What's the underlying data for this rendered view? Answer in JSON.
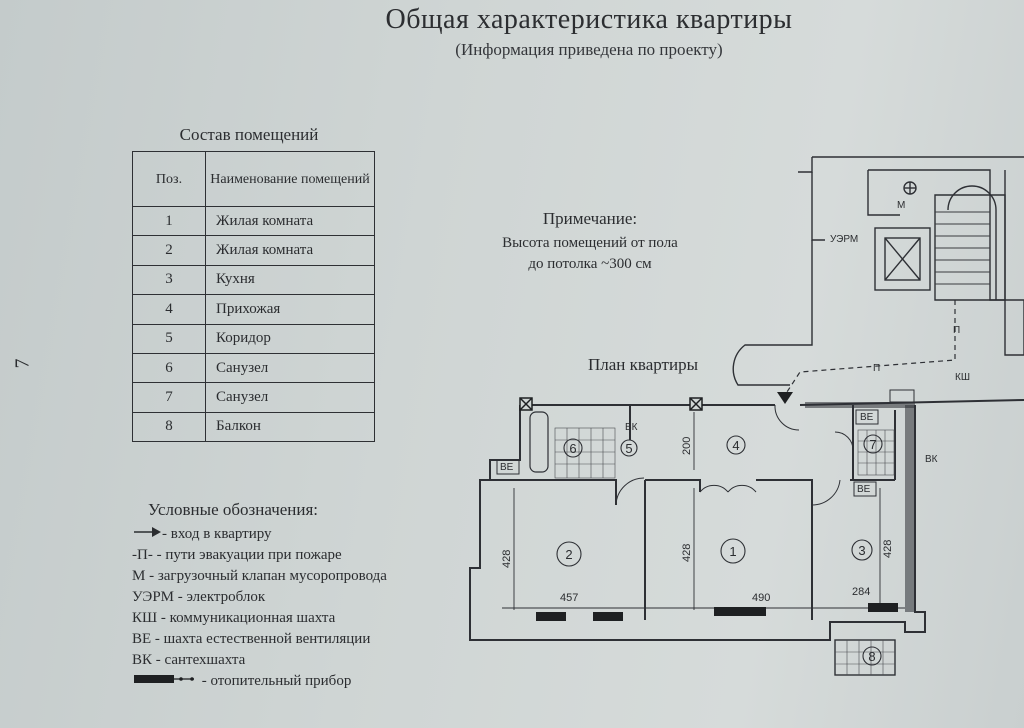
{
  "header": {
    "title": "Общая характеристика квартиры",
    "subtitle": "(Информация приведена по проекту)",
    "page_number": "7"
  },
  "rooms_table": {
    "title": "Состав помещений",
    "headers": [
      "Поз.",
      "Наименование помещений"
    ],
    "rows": [
      {
        "pos": "1",
        "name": "Жилая комната"
      },
      {
        "pos": "2",
        "name": "Жилая комната"
      },
      {
        "pos": "3",
        "name": "Кухня"
      },
      {
        "pos": "4",
        "name": "Прихожая"
      },
      {
        "pos": "5",
        "name": "Коридор"
      },
      {
        "pos": "6",
        "name": "Санузел"
      },
      {
        "pos": "7",
        "name": "Санузел"
      },
      {
        "pos": "8",
        "name": "Балкон"
      }
    ]
  },
  "note": {
    "label": "Примечание:",
    "line1": "Высота помещений от пола",
    "line2": "до потолка ~300 см"
  },
  "plan": {
    "title": "План квартиры",
    "labels": {
      "m": "М",
      "uerm": "УЭРМ",
      "p": "П",
      "ksh": "КШ",
      "be": "ВЕ",
      "bk": "ВК"
    },
    "room_numbers": [
      "1",
      "2",
      "3",
      "4",
      "5",
      "6",
      "7",
      "8"
    ],
    "dimensions": {
      "d200": "200",
      "d428": "428",
      "d457": "457",
      "d490": "490",
      "d284": "284"
    }
  },
  "legend": {
    "title": "Условные обозначения:",
    "items": [
      {
        "symbol": "arrow",
        "text": "- вход в квартиру"
      },
      {
        "symbol": "-П-",
        "text": " - пути эвакуации при пожаре"
      },
      {
        "symbol": "М",
        "text": " - загрузочный клапан мусоропровода"
      },
      {
        "symbol": "УЭРМ",
        "text": " - электроблок"
      },
      {
        "symbol": "КШ",
        "text": " - коммуникационная шахта"
      },
      {
        "symbol": "ВЕ",
        "text": " - шахта естественной вентиляции"
      },
      {
        "symbol": "ВК",
        "text": " - сантехшахта"
      },
      {
        "symbol": "heater",
        "text": " - отопительный прибор"
      }
    ]
  }
}
